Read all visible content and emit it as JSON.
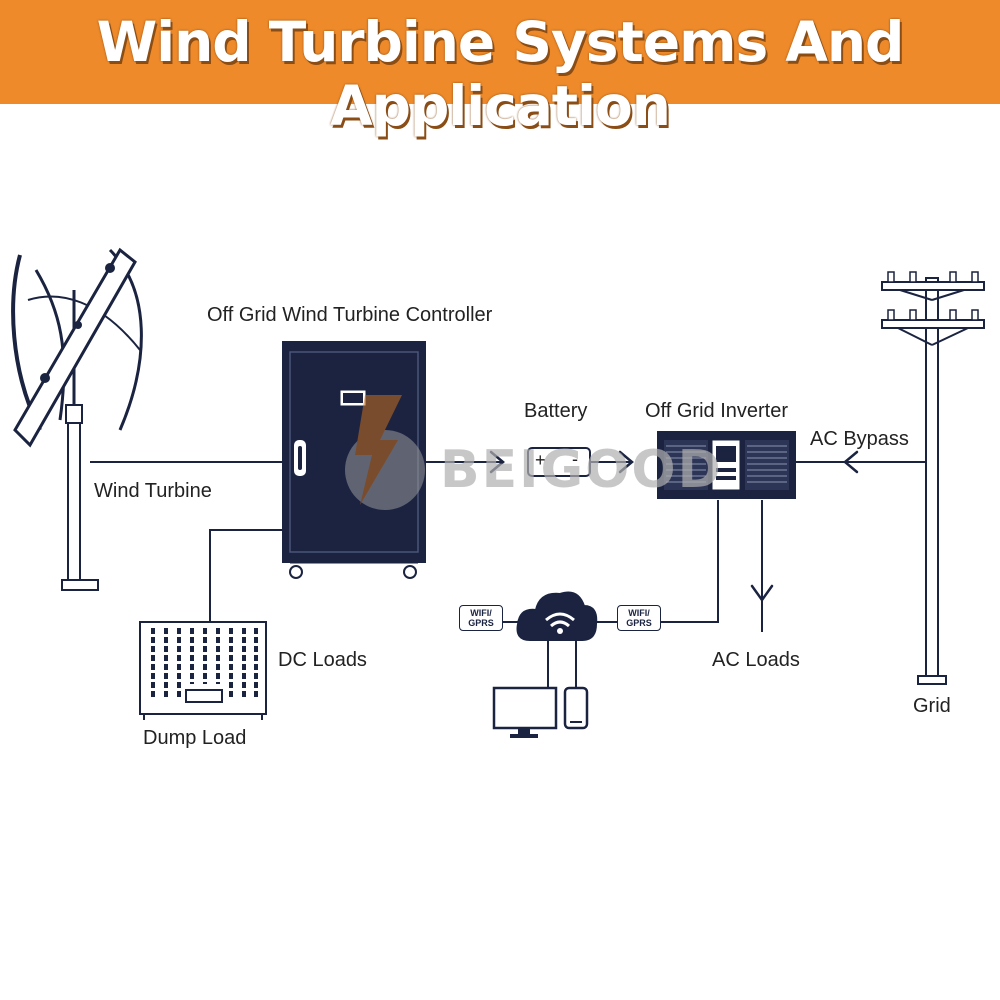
{
  "header": {
    "title": "Wind Turbine Systems And Application"
  },
  "labels": {
    "controller": "Off Grid Wind Turbine Controller",
    "battery": "Battery",
    "inverter": "Off Grid Inverter",
    "ac_bypass": "AC Bypass",
    "wind_turbine": "Wind Turbine",
    "dc_loads": "DC Loads",
    "ac_loads": "AC Loads",
    "dump_load": "Dump Load",
    "grid": "Grid"
  },
  "battery_terminals": {
    "positive": "+",
    "negative": "-"
  },
  "comm_tags": {
    "left": "WIFI/ GPRS",
    "right": "WIFI/ GPRS"
  },
  "watermark": "BEIGOOD",
  "colors": {
    "banner": "#ee8a2a",
    "line": "#1a2340",
    "device": "#1b2341"
  }
}
